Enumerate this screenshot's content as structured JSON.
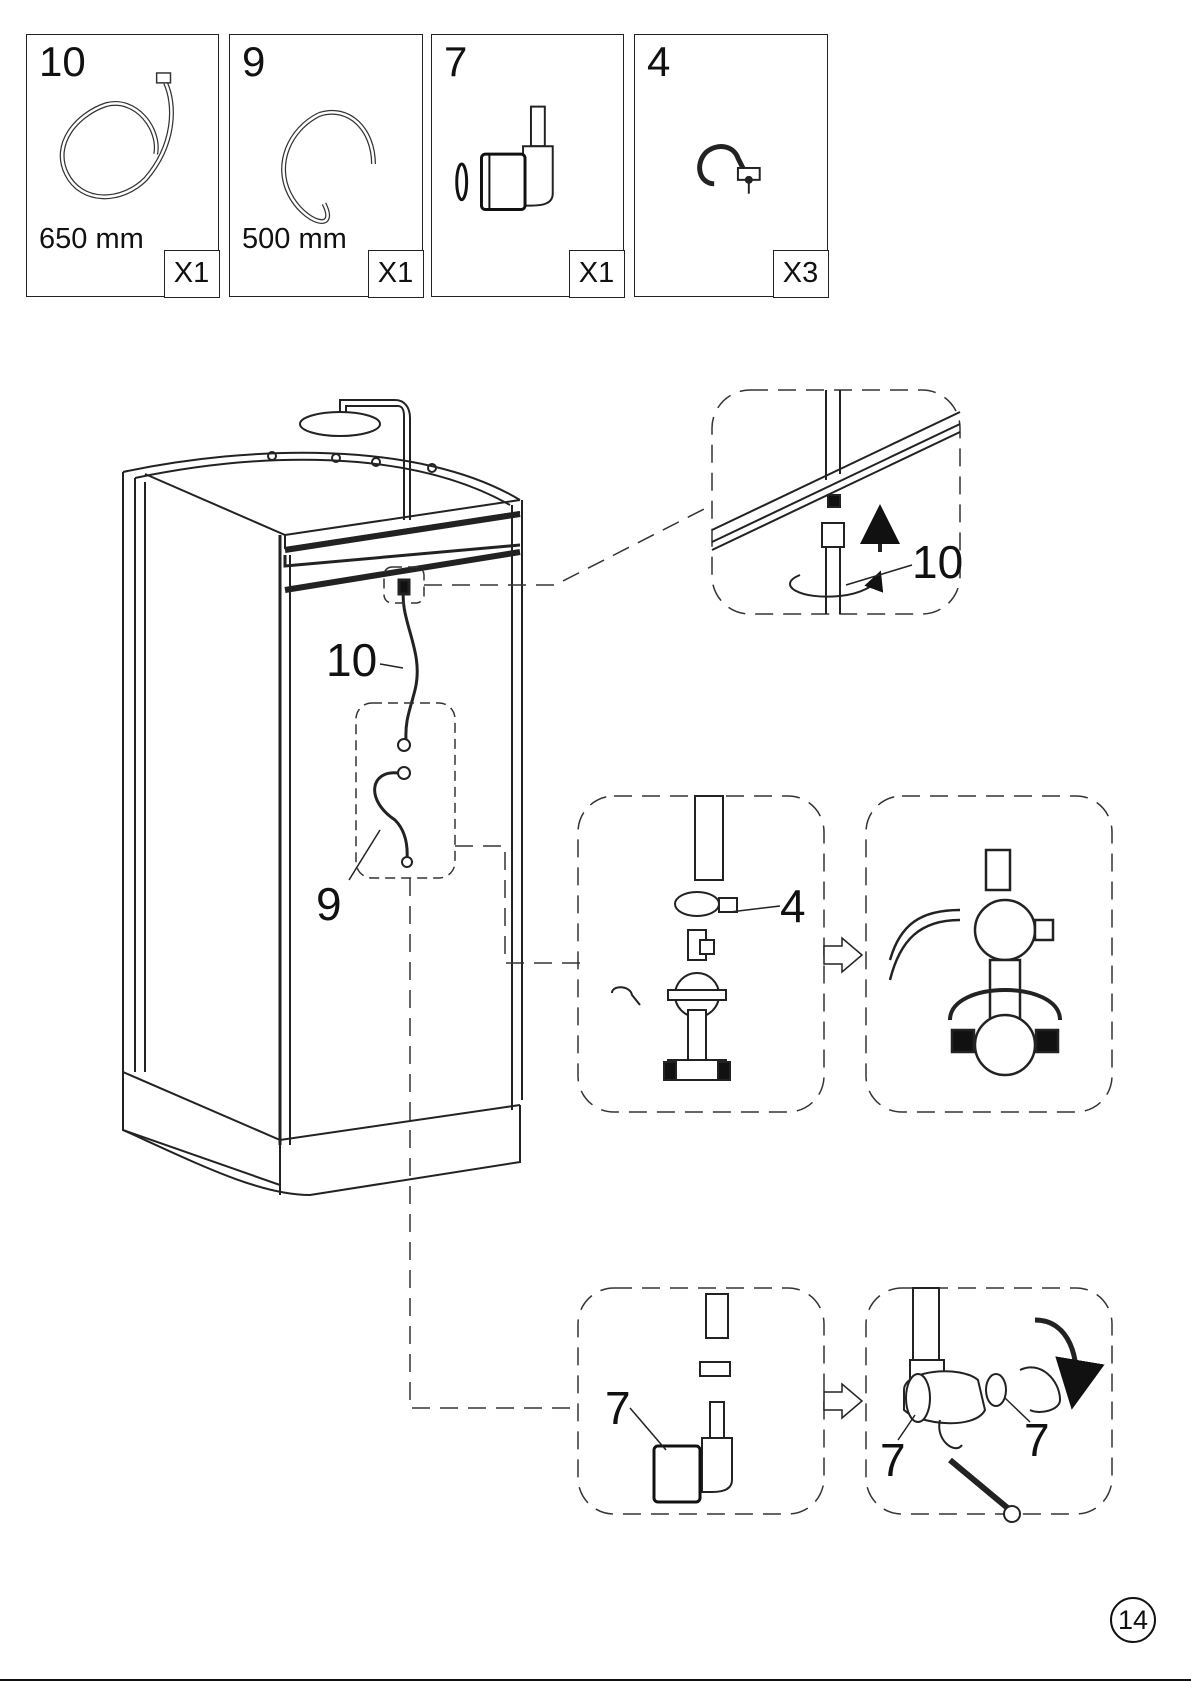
{
  "parts": [
    {
      "number": "10",
      "length": "650 mm",
      "quantity": "X1",
      "icon": "hose-650-icon"
    },
    {
      "number": "9",
      "length": "500 mm",
      "quantity": "X1",
      "icon": "hose-500-icon"
    },
    {
      "number": "7",
      "length": "",
      "quantity": "X1",
      "icon": "elbow-connector-icon"
    },
    {
      "number": "4",
      "length": "",
      "quantity": "X3",
      "icon": "pipe-clamp-icon"
    }
  ],
  "callouts": {
    "hose_label_main": "10",
    "hose_label_detail": "10",
    "short_hose_label": "9",
    "clamp_label": "4",
    "connector_label": "7",
    "connector_label_fit_a": "7",
    "connector_label_fit_b": "7"
  },
  "page_number": "14"
}
